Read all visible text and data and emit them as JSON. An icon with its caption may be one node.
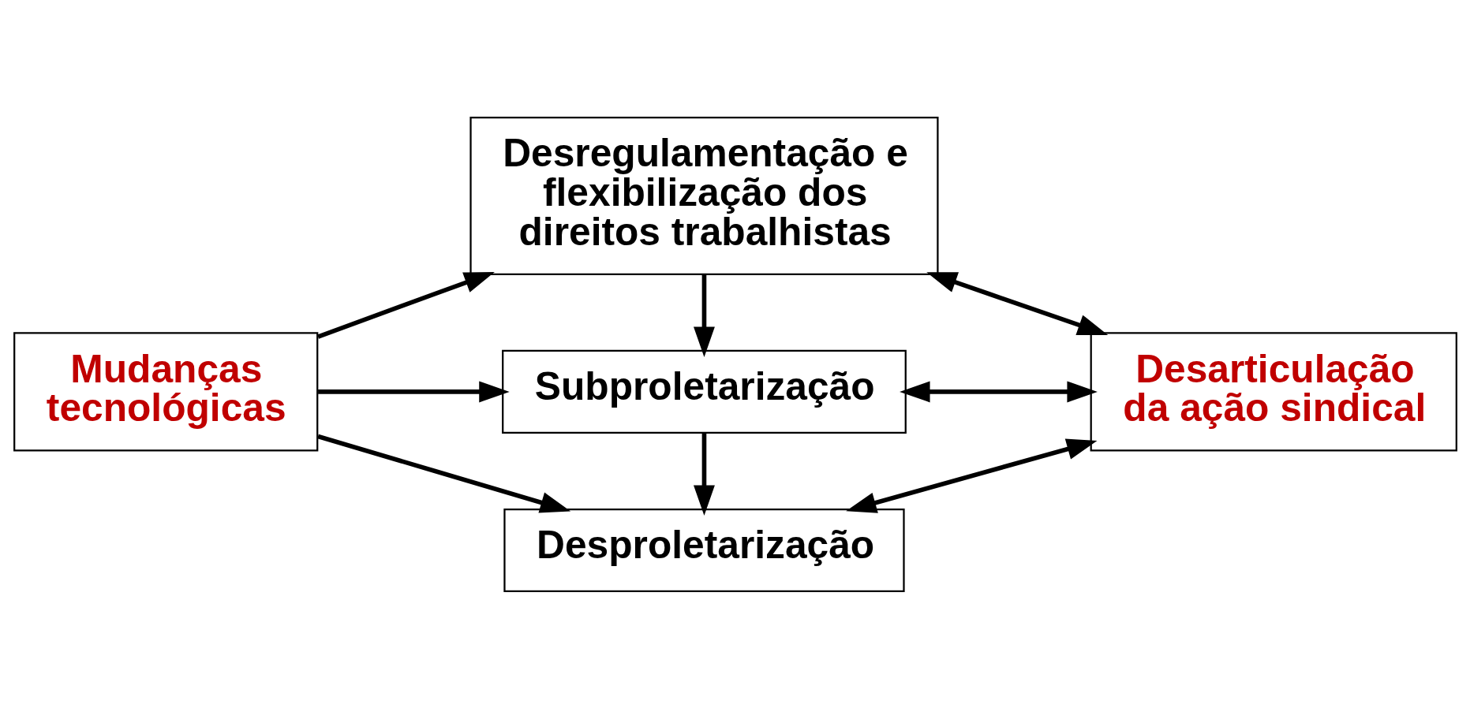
{
  "diagram": {
    "nodes": [
      {
        "text": [
          "Mudanças tecnológicas"
        ]
      },
      {
        "text": [
          "Desregulamentação e flexibilização dos direitos trabalhistas"
        ]
      },
      {
        "text": [
          "Subproletarização"
        ]
      },
      {
        "text": [
          "Desarticulação da ação sindical"
        ]
      },
      {
        "text": [
          "Desproletarização"
        ]
      }
    ],
    "edges": [
      {
        "from": 0,
        "to": 1,
        "arrow": "to"
      },
      {
        "from": 0,
        "to": 2,
        "arrow": "to"
      },
      {
        "from": 0,
        "to": 4,
        "arrow": "to"
      },
      {
        "from": 1,
        "to": 2,
        "arrow": "to"
      },
      {
        "from": 2,
        "to": 4,
        "arrow": "to"
      },
      {
        "from": 1,
        "to": 3,
        "arrow": "both"
      },
      {
        "from": 2,
        "to": 3,
        "arrow": "both"
      },
      {
        "from": 4,
        "to": 3,
        "arrow": "both"
      }
    ]
  }
}
